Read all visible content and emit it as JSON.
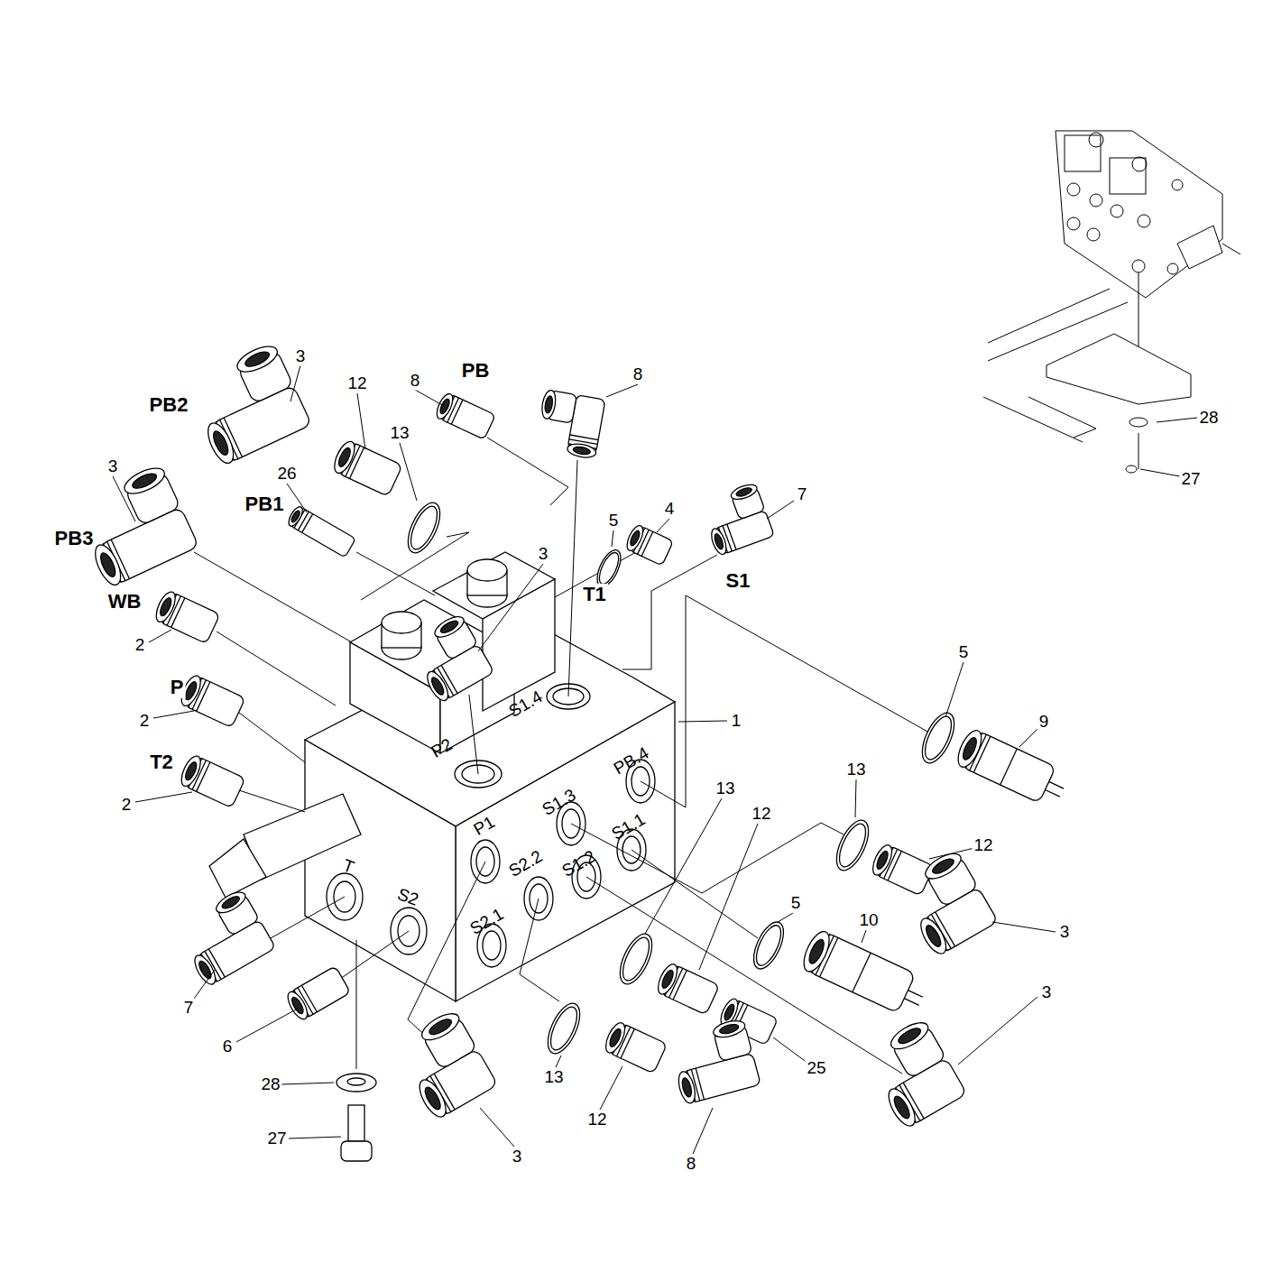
{
  "diagram": {
    "labels": [
      "3",
      "PB2",
      "12",
      "13",
      "8",
      "PB",
      "8",
      "26",
      "PB1",
      "3",
      "PB3",
      "5",
      "4",
      "T1",
      "7",
      "S1",
      "3",
      "WB",
      "2",
      "P",
      "2",
      "T2",
      "2",
      "S1.4",
      "P2",
      "1",
      "PB.4",
      "S1.3",
      "P1",
      "S1.1",
      "S2.2",
      "S1.2",
      "S2.1",
      "T",
      "S2",
      "5",
      "9",
      "13",
      "13",
      "12",
      "12",
      "3",
      "5",
      "10",
      "7",
      "6",
      "3",
      "25",
      "13",
      "12",
      "28",
      "27",
      "3",
      "8",
      "28",
      "27"
    ]
  }
}
